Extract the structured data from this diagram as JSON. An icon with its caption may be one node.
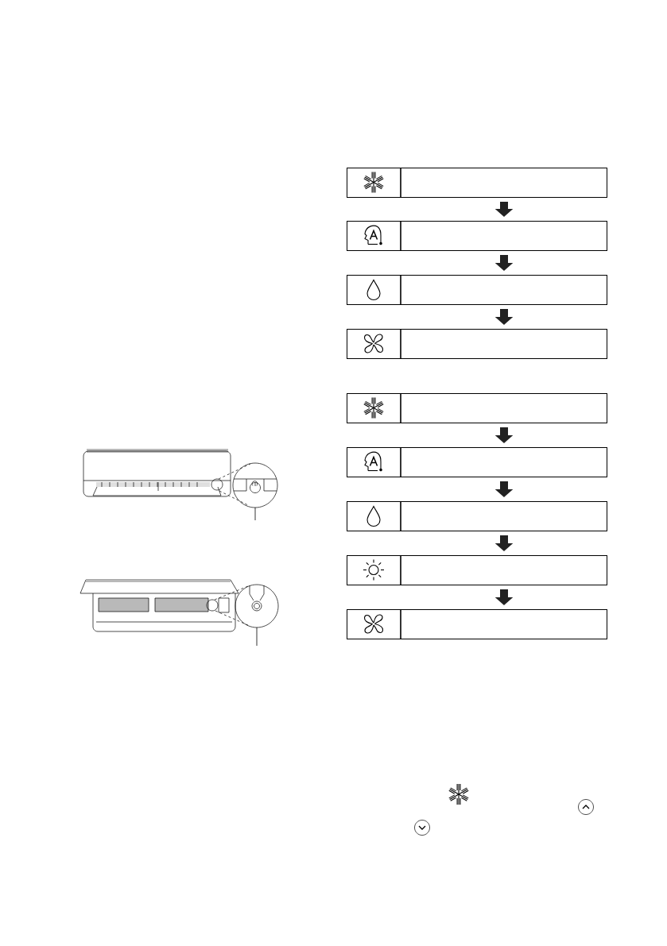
{
  "diagram": {
    "nodes": [
      {
        "text": [],
        "shape": "box"
      },
      {
        "text": [],
        "shape": "box"
      },
      {
        "text": [],
        "shape": "box"
      },
      {
        "text": [],
        "shape": "box"
      },
      {
        "text": [],
        "shape": "box"
      },
      {
        "text": [],
        "shape": "box"
      },
      {
        "text": [],
        "shape": "box"
      },
      {
        "text": [],
        "shape": "box"
      },
      {
        "text": [],
        "shape": "box"
      }
    ],
    "edges": [
      {
        "from": 0,
        "to": 1,
        "arrow": "to"
      },
      {
        "from": 1,
        "to": 2,
        "arrow": "to"
      },
      {
        "from": 2,
        "to": 3,
        "arrow": "to"
      },
      {
        "from": 4,
        "to": 5,
        "arrow": "to"
      },
      {
        "from": 5,
        "to": 6,
        "arrow": "to"
      },
      {
        "from": 6,
        "to": 7,
        "arrow": "to"
      },
      {
        "from": 7,
        "to": 8,
        "arrow": "to"
      }
    ]
  }
}
